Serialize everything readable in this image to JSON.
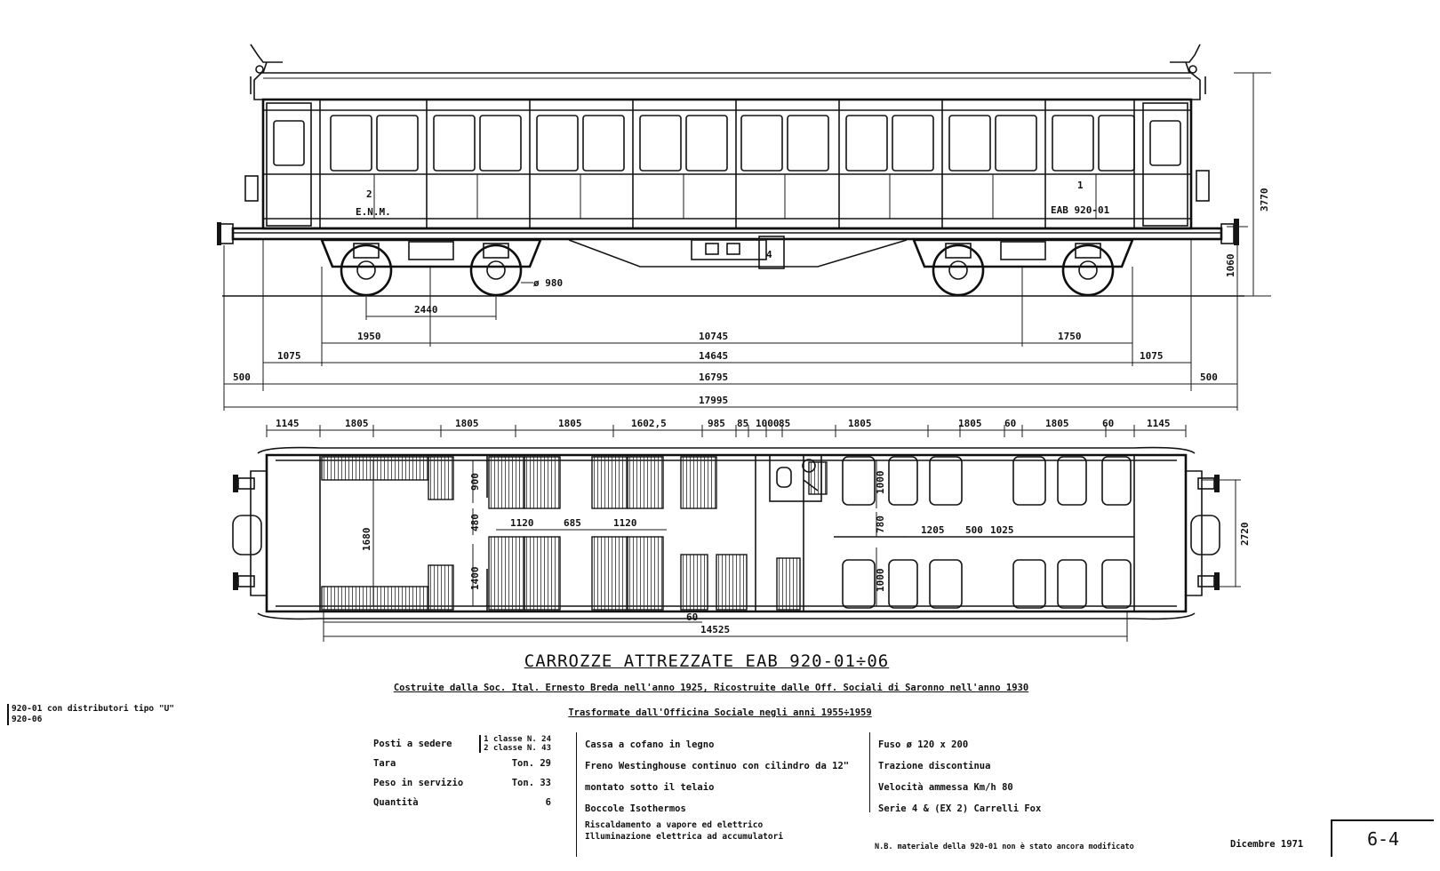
{
  "title": "CARROZZE ATTREZZATE  EAB  920-01÷06",
  "subtitle_1": "Costruite dalla Soc. Ital. Ernesto Breda nell'anno 1925, Ricostruite dalle Off. Sociali di Saronno nell'anno 1930",
  "subtitle_2": "Trasformate dall'Officina Sociale negli anni 1955÷1959",
  "side_note": {
    "line1": "920-01 con distributori tipo \"U\"",
    "line2": "920-06"
  },
  "car_labels": {
    "class_left": "2",
    "class_right": "1",
    "operator": "E.N.M.",
    "number": "EAB 920-01",
    "center_box": "4",
    "wheel_diameter": "ø 980"
  },
  "elevation_dimensions": {
    "bogie_wheelbase": "2440",
    "bogie_left": "1950",
    "bogie_centres": "10745",
    "bogie_right": "1750",
    "overhang_left": "1075",
    "body_length": "14645",
    "overhang_right": "1075",
    "buffer_left": "500",
    "over_headstocks": "16795",
    "buffer_right": "500",
    "over_buffers": "17995",
    "height_total": "3770",
    "buffer_height": "1060"
  },
  "plan_dimensions": {
    "top_row": [
      "1145",
      "1805",
      "1805",
      "1805",
      "1602,5",
      "985",
      "85",
      "1000",
      "85",
      "1805",
      "1805",
      "60",
      "1805",
      "60",
      "1145"
    ],
    "aisle_1680": "1680",
    "pitch_900": "900",
    "pitch_480": "480",
    "pitch_1400": "1400",
    "seat_1120_a": "1120",
    "aisle_685": "685",
    "seat_1120_b": "1120",
    "first_1000_top": "1000",
    "first_780": "780",
    "first_1000_bottom": "1000",
    "first_1205": "1205",
    "first_500": "500",
    "first_1025": "1025",
    "width_2720": "2720",
    "offset_60": "60",
    "bottom_14525": "14525"
  },
  "specs": {
    "seats_label": "Posti a sedere",
    "first_class": "1 classe  N. 24",
    "second_class": "2 classe  N. 43",
    "tare_label": "Tara",
    "tare_value": "Ton. 29",
    "weight_label": "Peso in servizio",
    "weight_value": "Ton. 33",
    "qty_label": "Quantità",
    "qty_value": "6",
    "body": "Cassa a cofano in legno",
    "brake_1": "Freno Westinghouse continuo con cilindro da 12\"",
    "brake_2": "montato sotto il telaio",
    "axleboxes": "Boccole Isothermos",
    "heating": "Riscaldamento a vapore ed elettrico",
    "lighting": "Illuminazione elettrica ad accumulatori",
    "journal": "Fuso ø 120 x 200",
    "traction": "Trazione discontinua",
    "speed": "Velocità ammessa Km/h 80",
    "bogies": "Serie 4 & (EX 2) Carrelli Fox"
  },
  "footer_note": "N.B. materiale della 920-01 non è stato ancora modificato",
  "date": "Dicembre 1971",
  "sheet": "6-4"
}
